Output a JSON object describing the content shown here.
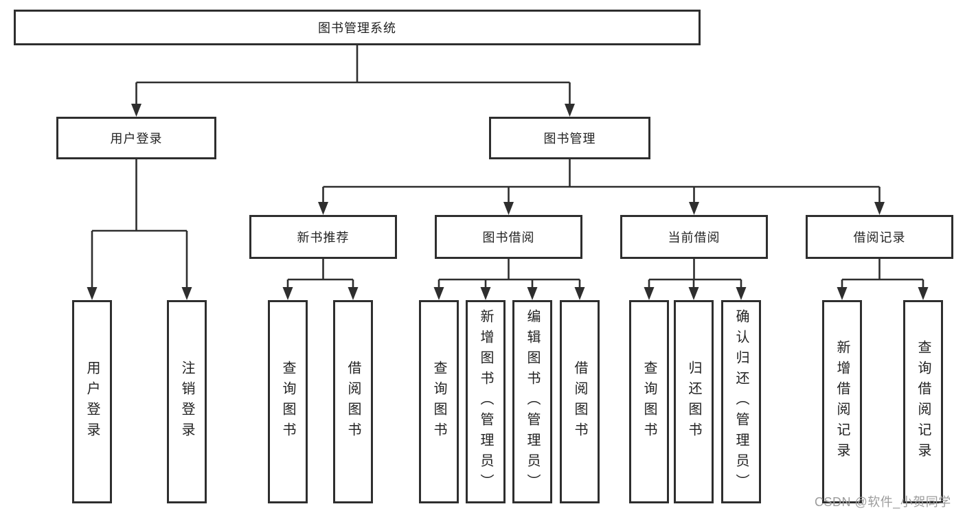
{
  "diagram_type": "hierarchy-tree",
  "tree": {
    "label": "图书管理系统",
    "children": [
      {
        "label": "用户登录",
        "children": [
          {
            "label": "用户登录"
          },
          {
            "label": "注销登录"
          }
        ]
      },
      {
        "label": "图书管理",
        "children": [
          {
            "label": "新书推荐",
            "children": [
              {
                "label": "查询图书"
              },
              {
                "label": "借阅图书"
              }
            ]
          },
          {
            "label": "图书借阅",
            "children": [
              {
                "label": "查询图书"
              },
              {
                "label": "新增图书（管理员）"
              },
              {
                "label": "编辑图书（管理员）"
              },
              {
                "label": "借阅图书"
              }
            ]
          },
          {
            "label": "当前借阅",
            "children": [
              {
                "label": "查询图书"
              },
              {
                "label": "归还图书"
              },
              {
                "label": "确认归还（管理员）"
              }
            ]
          },
          {
            "label": "借阅记录",
            "children": [
              {
                "label": "新增借阅记录"
              },
              {
                "label": "查询借阅记录"
              }
            ]
          }
        ]
      }
    ]
  },
  "watermark": {
    "text": "CSDN @软件_小贺同学"
  },
  "colors": {
    "line": "#2e2e2e",
    "boxborder": "#2e2e2e",
    "text": "#222222",
    "wm": "#9c9c9c",
    "bg": "#ffffff"
  }
}
